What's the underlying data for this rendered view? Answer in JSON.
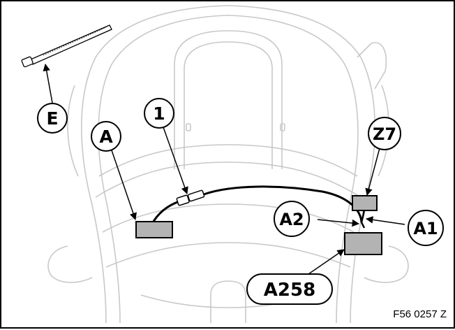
{
  "figure_id": "F56 0257 Z",
  "callouts": {
    "E": "E",
    "A": "A",
    "one": "1",
    "Z7": "Z7",
    "A2": "A2",
    "A1": "A1",
    "A258": "A258"
  },
  "colors": {
    "outline": "#c8c8c8",
    "component_fill": "#b3b3b3",
    "ink": "#000000"
  }
}
